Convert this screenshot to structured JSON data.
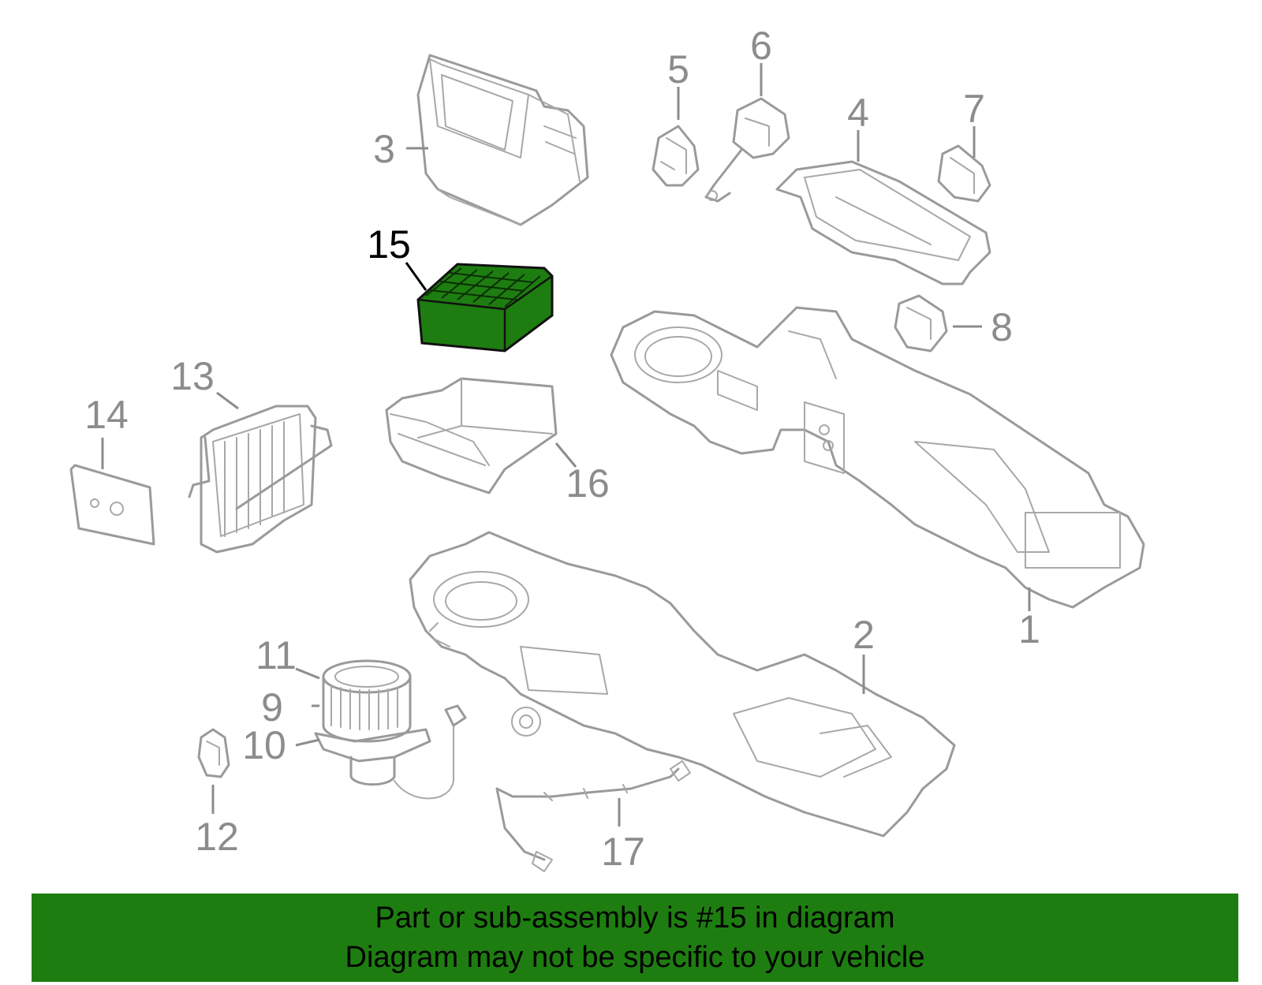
{
  "colors": {
    "highlight": "#1e7d10",
    "highlight_outline": "#111111",
    "part_line": "#9a9a9a",
    "callout_gray": "#8c8c8c",
    "callout_active": "#000000",
    "banner_bg": "#1e7d10"
  },
  "callouts": [
    {
      "id": "1",
      "label": "1",
      "active": false
    },
    {
      "id": "2",
      "label": "2",
      "active": false
    },
    {
      "id": "3",
      "label": "3",
      "active": false
    },
    {
      "id": "4",
      "label": "4",
      "active": false
    },
    {
      "id": "5",
      "label": "5",
      "active": false
    },
    {
      "id": "6",
      "label": "6",
      "active": false
    },
    {
      "id": "7",
      "label": "7",
      "active": false
    },
    {
      "id": "8",
      "label": "8",
      "active": false
    },
    {
      "id": "9",
      "label": "9",
      "active": false
    },
    {
      "id": "10",
      "label": "10",
      "active": false
    },
    {
      "id": "11",
      "label": "11",
      "active": false
    },
    {
      "id": "12",
      "label": "12",
      "active": false
    },
    {
      "id": "13",
      "label": "13",
      "active": false
    },
    {
      "id": "14",
      "label": "14",
      "active": false
    },
    {
      "id": "15",
      "label": "15",
      "active": true
    },
    {
      "id": "16",
      "label": "16",
      "active": false
    },
    {
      "id": "17",
      "label": "17",
      "active": false
    }
  ],
  "banner": {
    "line1": "Part or sub-assembly is #15 in diagram",
    "line2": "Diagram may not be specific to your vehicle"
  }
}
